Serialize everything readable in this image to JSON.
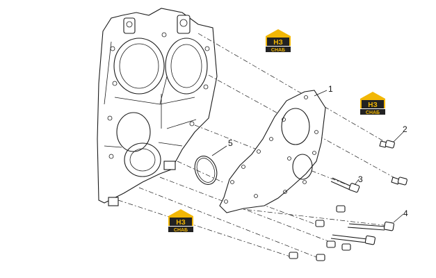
{
  "callouts": [
    {
      "id": "1",
      "label": "1"
    },
    {
      "id": "2",
      "label": "2"
    },
    {
      "id": "3",
      "label": "3"
    },
    {
      "id": "4",
      "label": "4"
    },
    {
      "id": "5",
      "label": "5"
    }
  ],
  "logo": {
    "mark": "НЗ",
    "subtitle": "СНАБ",
    "colors": {
      "yellow": "#f2b705",
      "dark": "#222222"
    }
  }
}
